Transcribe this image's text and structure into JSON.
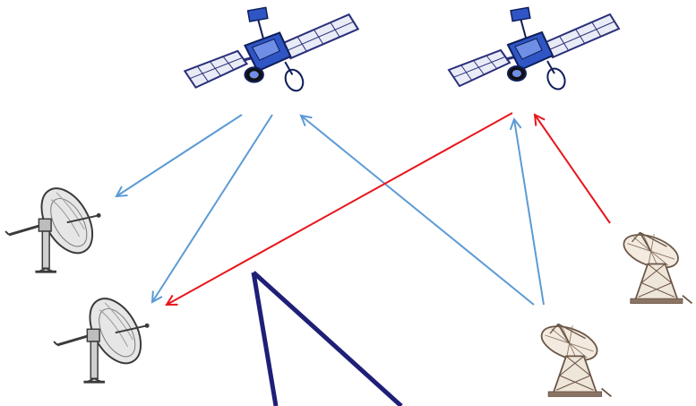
{
  "colors": {
    "background": "#ffffff",
    "blue_link": "#5b9bd5",
    "red_link": "#e8161c",
    "dark_navy_line": "#1f1f78",
    "satellite_body": "#2f56c4",
    "satellite_panel": "#e9ecf6",
    "satellite_panel_frame": "#2a2f7a",
    "dish_ink": "#3a3a3a",
    "antenna_ink": "#6b5647"
  },
  "nodes": [
    {
      "id": "satellite-left",
      "icon": "satellite-icon"
    },
    {
      "id": "satellite-right",
      "icon": "satellite-icon"
    },
    {
      "id": "dish-upper-left",
      "icon": "satellite-dish-icon"
    },
    {
      "id": "dish-lower-left",
      "icon": "satellite-dish-icon"
    },
    {
      "id": "antenna-right-upper",
      "icon": "radio-telescope-icon"
    },
    {
      "id": "antenna-right-lower",
      "icon": "radio-telescope-icon"
    }
  ],
  "links": [
    {
      "from": "satellite-left",
      "to": "dish-upper-left",
      "color": "blue"
    },
    {
      "from": "satellite-left",
      "to": "dish-lower-left",
      "color": "blue"
    },
    {
      "from": "antenna-right-lower",
      "to": "satellite-left",
      "color": "blue"
    },
    {
      "from": "antenna-right-lower",
      "to": "satellite-right",
      "color": "blue"
    },
    {
      "from": "satellite-right",
      "to": "dish-lower-left",
      "color": "red"
    },
    {
      "from": "antenna-right-upper",
      "to": "satellite-right",
      "color": "red"
    }
  ]
}
